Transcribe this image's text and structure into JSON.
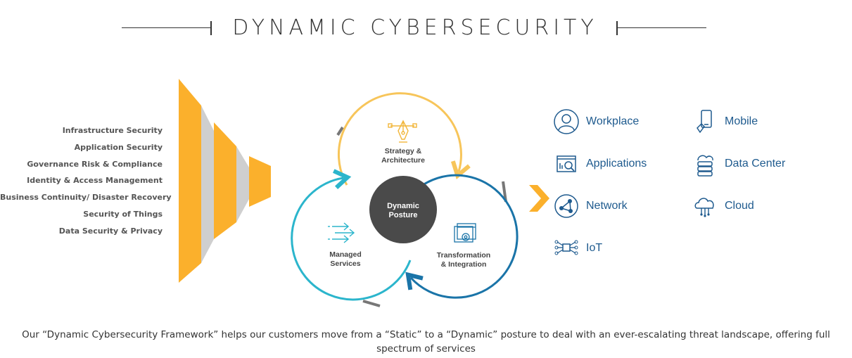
{
  "title": "DYNAMIC CYBERSECURITY",
  "left_items": [
    "Infrastructure Security",
    "Application Security",
    "Governance Risk & Compliance",
    "Identity & Access Management",
    "Business Continuity/ Disaster Recovery",
    "Security of Things",
    "Data Security & Privacy"
  ],
  "cycle": {
    "center_line1": "Dynamic",
    "center_line2": "Posture",
    "top_line1": "Strategy &",
    "top_line2": "Architecture",
    "left_line1": "Managed",
    "left_line2": "Services",
    "right_line1": "Transformation",
    "right_line2": "& Integration"
  },
  "categories": {
    "workplace": "Workplace",
    "mobile": "Mobile",
    "applications": "Applications",
    "data_center": "Data Center",
    "network": "Network",
    "cloud": "Cloud",
    "iot": "IoT"
  },
  "caption": "Our “Dynamic Cybersecurity Framework” helps our customers move from a “Static” to a “Dynamic” posture to deal with an ever-escalating threat landscape, offering full spectrum of services",
  "colors": {
    "funnel_yellow": "#fbb02c",
    "funnel_gray": "#cfcfcf",
    "circle_yellow": "#f7c55a",
    "circle_teal": "#2bb5cc",
    "circle_blue": "#1a74a8",
    "center_dark": "#4a4a4a",
    "label_blue": "#1e5a8e"
  }
}
